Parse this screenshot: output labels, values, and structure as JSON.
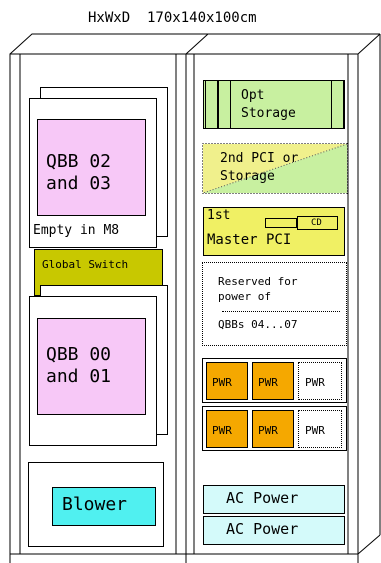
{
  "header": {
    "dimensions": "HxWxD  170x140x100cm"
  },
  "left": {
    "qbb_upper": "QBB 02\nand 03",
    "empty_label": "Empty in M8",
    "switch_label": "Global Switch",
    "qbb_lower": "QBB 00\nand 01",
    "blower": "Blower"
  },
  "right": {
    "opt_storage": "Opt\nStorage",
    "pci2": "2nd PCI or\nStorage",
    "pci1_top": "1st",
    "pci1_bottom": "Master PCI",
    "cd": "CD",
    "reserved_line1": "Reserved for",
    "reserved_line2": "power of",
    "reserved_line3": "QBBs 04...07",
    "pwr_rows": [
      [
        "PWR",
        "PWR",
        "PWR"
      ],
      [
        "PWR",
        "PWR",
        "PWR"
      ]
    ],
    "ac_power_1": "AC Power",
    "ac_power_2": "AC Power"
  },
  "colors": {
    "qbb_fill": "#f7c8f7",
    "switch_fill": "#c8c800",
    "opt_fill": "#c8f0a0",
    "pci2_fill": "#f0f08c",
    "pci1_fill": "#f0f064",
    "pwr_fill": "#f5a800",
    "blower_fill": "#50f0f0",
    "ac_fill": "#d4fafa"
  }
}
